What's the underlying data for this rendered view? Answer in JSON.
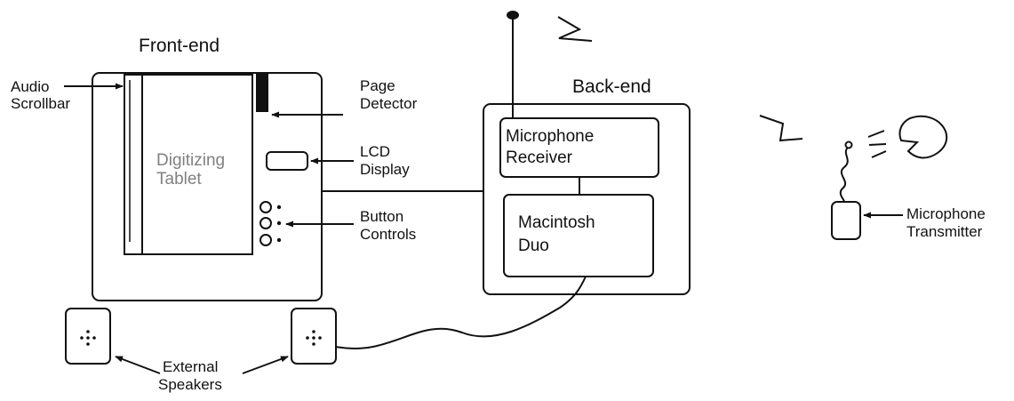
{
  "front_end": {
    "title": "Front-end",
    "audio_scrollbar": [
      "Audio",
      "Scrollbar"
    ],
    "digitizing_tablet": [
      "Digitizing",
      "Tablet"
    ],
    "page_detector": [
      "Page",
      "Detector"
    ],
    "lcd_display": [
      "LCD",
      "Display"
    ],
    "button_controls": [
      "Button",
      "Controls"
    ],
    "external_speakers": [
      "External",
      "Speakers"
    ]
  },
  "back_end": {
    "title": "Back-end",
    "microphone_receiver": [
      "Microphone",
      "Receiver"
    ],
    "macintosh_duo": [
      "Macintosh",
      "Duo"
    ]
  },
  "microphone_transmitter": [
    "Microphone",
    "Transmitter"
  ]
}
